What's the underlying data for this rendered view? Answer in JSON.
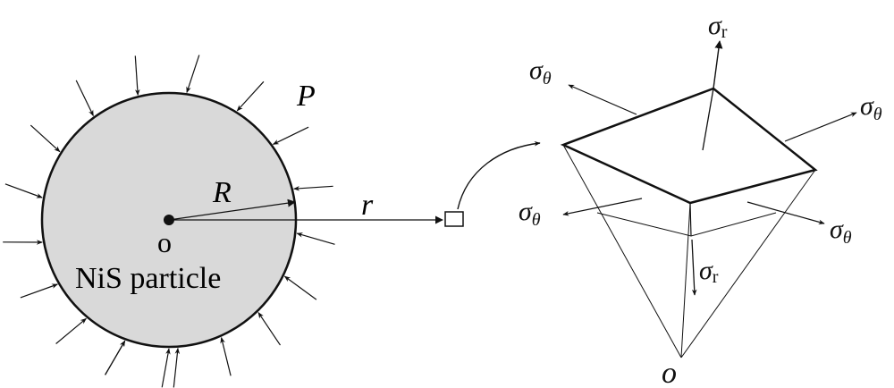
{
  "particle": {
    "label": "NiS particle",
    "center_label": "o",
    "radius_label": "R",
    "pressure_label": "P",
    "distance_label": "r",
    "fill_color": "#d9d9d9"
  },
  "element": {
    "apex_label": "o",
    "stress_symbol": "σ",
    "radial_sub": "r",
    "tangential_sub": "θ"
  }
}
